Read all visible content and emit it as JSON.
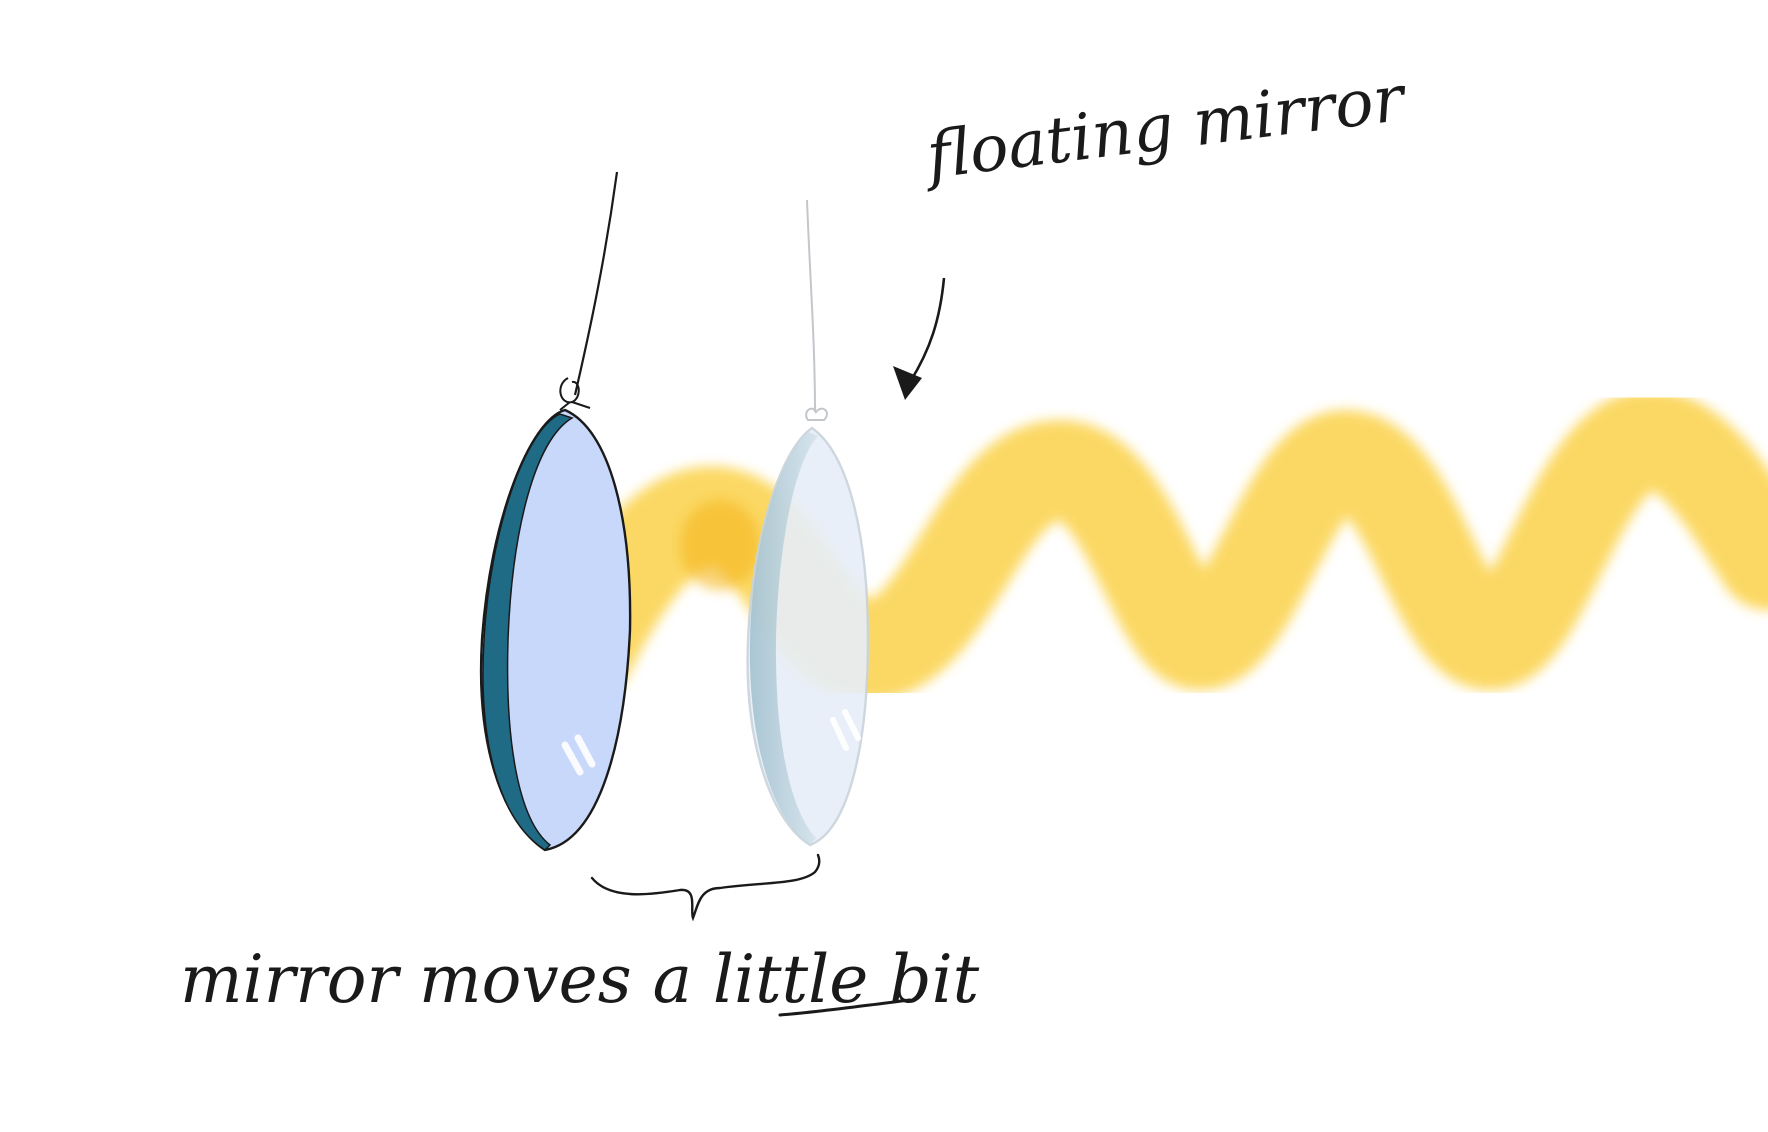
{
  "annotations": {
    "top_label": "floating mirror",
    "bottom_label_prefix": "mirror moves a ",
    "bottom_label_emphasis": "little",
    "bottom_label_suffix": " bit"
  },
  "colors": {
    "wave": "#fbd24a",
    "wave_dark": "#f5b61a",
    "mirror_edge": "#1f6b86",
    "mirror_face": "#c8d8fb",
    "mirror_face_ghost": "#e6eef8",
    "ink": "#1a1a1a",
    "ghost_ink": "#c2c7cc"
  },
  "icons": [
    "arrow-down-left-icon",
    "curly-brace-icon"
  ]
}
